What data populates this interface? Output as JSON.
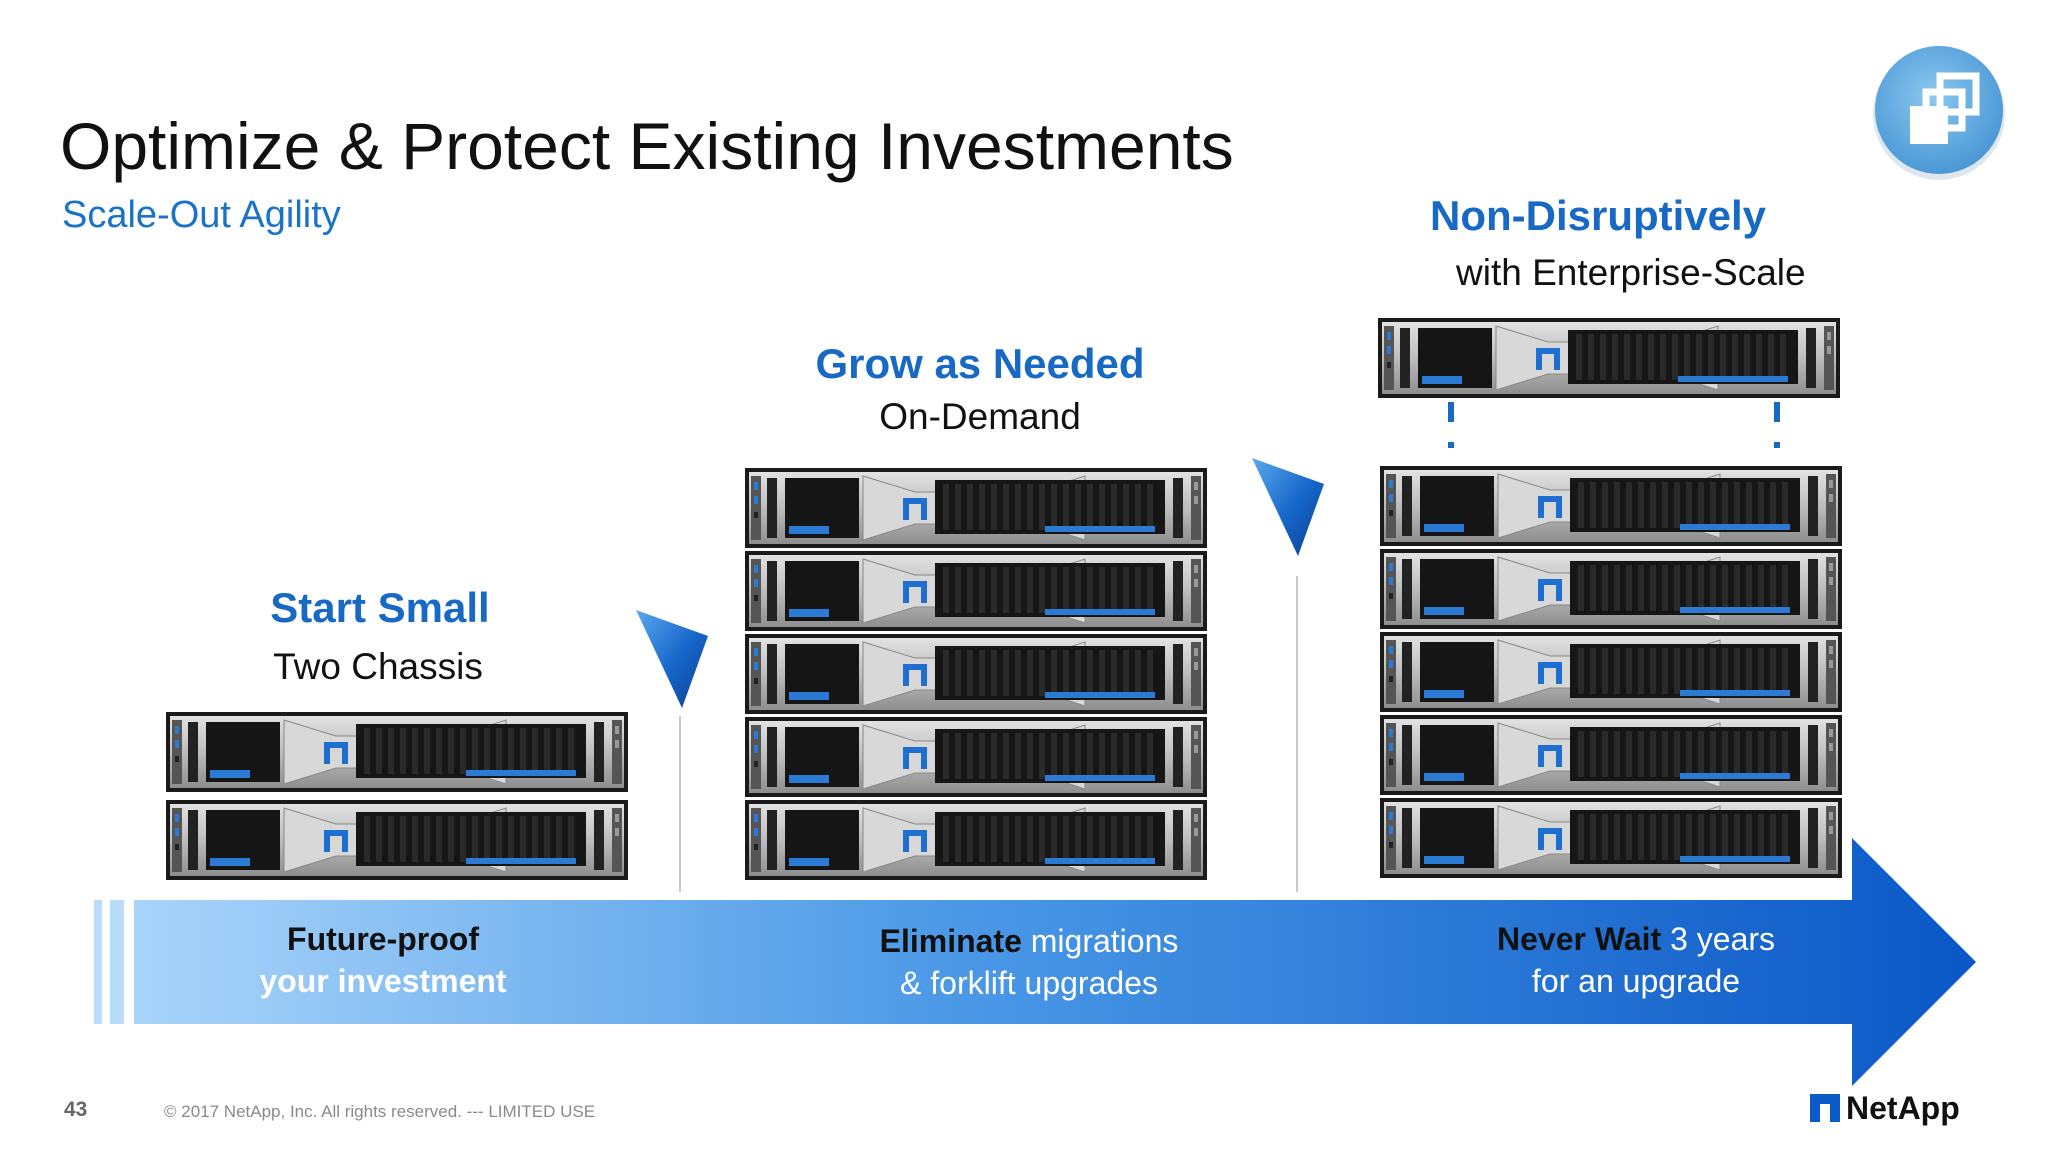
{
  "slide": {
    "title": "Optimize & Protect Existing Investments",
    "subtitle": "Scale-Out Agility"
  },
  "stages": [
    {
      "heading": "Start Small",
      "subheading": "Two Chassis",
      "chassis_count": 2
    },
    {
      "heading": "Grow as Needed",
      "subheading": "On-Demand",
      "chassis_count": 5
    },
    {
      "heading": "Non-Disruptively",
      "subheading": "with Enterprise-Scale",
      "chassis_count": 5,
      "added_chassis": 1
    }
  ],
  "arrow_band": {
    "benefit1": {
      "bold": "Future-proof",
      "rest": "your investment"
    },
    "benefit2": {
      "bold": "Eliminate",
      "rest1": " migrations",
      "rest2": "&  forklift upgrades"
    },
    "benefit3": {
      "bold": "Never Wait",
      "rest1": "  3 years",
      "rest2": "for an upgrade"
    }
  },
  "footer": {
    "page_number": "43",
    "copyright": "© 2017 NetApp, Inc. All rights reserved.  ---  LIMITED USE",
    "logo_text": "NetApp"
  },
  "colors": {
    "accent_blue": "#1769c4",
    "band_light": "#9ccdf7",
    "band_dark": "#0b5bc8"
  },
  "icons": {
    "top_right": "copy-stack-icon",
    "logo_mark": "netapp-logo-icon"
  }
}
